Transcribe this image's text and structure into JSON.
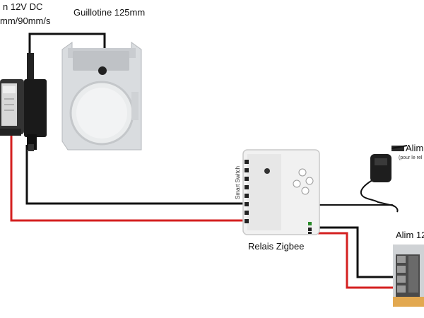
{
  "labels": {
    "actuator_line1": "n 12V DC",
    "actuator_line2": "mm/90mm/s",
    "guillotine": "Guillotine 125mm",
    "relay": "Relais Zigbee",
    "relay_brand": "Smart Switch",
    "adapter": "Alim",
    "adapter_note": "(pour le rel",
    "psu": "Alim 12"
  },
  "colors": {
    "wire_black": "#111111",
    "wire_red": "#d42020",
    "relay_body": "#f1f1f1",
    "device_gray": "#d9dcdf"
  }
}
